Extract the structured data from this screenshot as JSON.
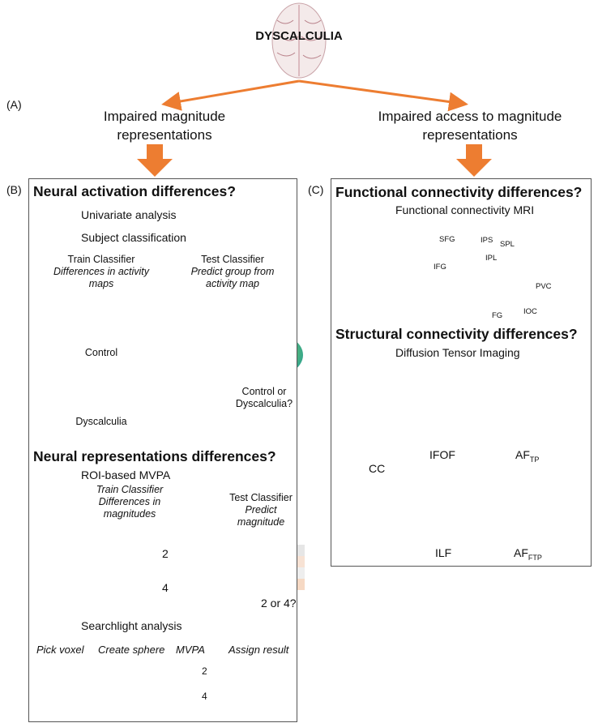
{
  "top": {
    "title": "DYSCALCULIA"
  },
  "labels": {
    "a": "(A)",
    "b": "(B)",
    "c": "(C)"
  },
  "branches": {
    "left": "Impaired magnitude representations",
    "right": "Impaired access to magnitude representations"
  },
  "panel_b": {
    "heading1": "Neural activation differences?",
    "item_univariate": "Univariate analysis",
    "item_subject": "Subject classification",
    "train1_title": "Train Classifier",
    "train1_sub": "Differences in activity maps",
    "test1_title": "Test Classifier",
    "test1_sub": "Predict group from activity map",
    "control": "Control",
    "dyscalculia": "Dyscalculia",
    "question": "Control or Dyscalculia?",
    "heading2": "Neural representations differences?",
    "item_roi": "ROI-based MVPA",
    "train2_title": "Train Classifier",
    "train2_sub": "Differences in magnitudes",
    "test2_title": "Test Classifier",
    "test2_sub": "Predict magnitude",
    "num2": "2",
    "num4": "4",
    "q2or4": "2 or 4?",
    "item_searchlight": "Searchlight analysis",
    "steps": [
      "Pick voxel",
      "Create sphere",
      "MVPA",
      "Assign result"
    ],
    "small2": "2",
    "small4": "4"
  },
  "panel_c": {
    "heading1": "Functional connectivity differences?",
    "item_fc": "Functional connectivity MRI",
    "nodes": [
      "SFG",
      "IPS",
      "SPL",
      "IPL",
      "IFG",
      "PVC",
      "IOC",
      "FG"
    ],
    "heading2": "Structural connectivity differences?",
    "item_dti": "Diffusion Tensor Imaging",
    "tracts": {
      "ifof": "IFOF",
      "af_tp": "AF",
      "af_tp_sub": "TP",
      "cc": "CC",
      "ilf": "ILF",
      "af_ftp": "AF",
      "af_ftp_sub": "FTP"
    }
  },
  "colors": {
    "accent": "#ed7d31",
    "frame": "#555555"
  }
}
